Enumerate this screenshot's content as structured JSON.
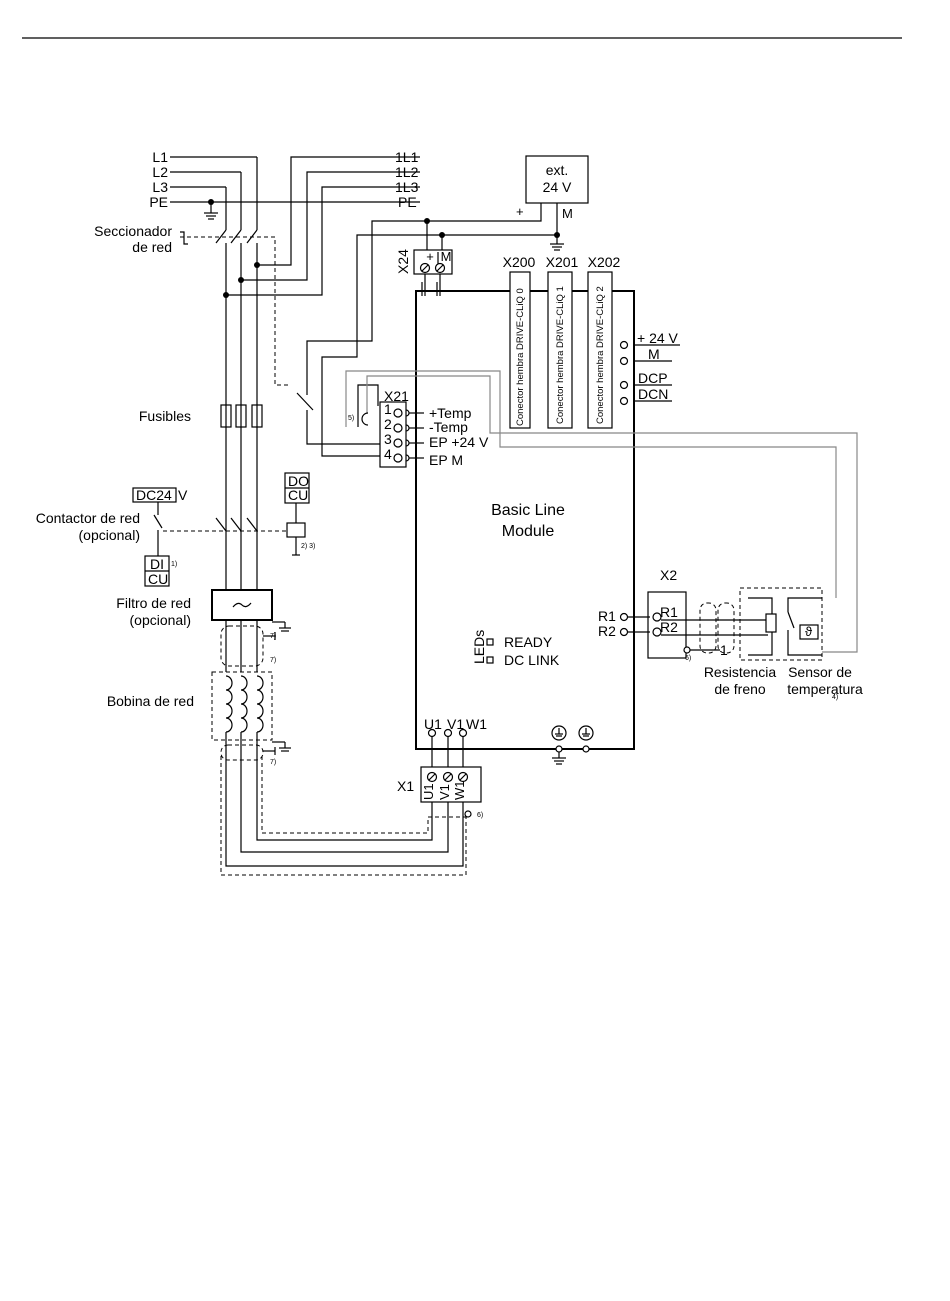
{
  "lines": {
    "l1": "L1",
    "l2": "L2",
    "l3": "L3",
    "pe": "PE",
    "one_l1": "1L1",
    "one_l2": "1L2",
    "one_l3": "1L3",
    "one_pe": "PE"
  },
  "ext_supply": {
    "line1": "ext.",
    "line2": "24 V",
    "plus": "+",
    "minus": "M"
  },
  "labels": {
    "seccionador_1": "Seccionador",
    "seccionador_2": "de red",
    "fusibles": "Fusibles",
    "dc24": "DC24",
    "dc24_v": "V",
    "contactor_1": "Contactor de red",
    "contactor_2": "(opcional)",
    "di": "DI",
    "cu_a": "CU",
    "do": "DO",
    "cu_b": "CU",
    "filtro_1": "Filtro de red",
    "filtro_2": "(opcional)",
    "bobina": "Bobina de red",
    "resistencia_1": "Resistencia",
    "resistencia_2": "de freno",
    "sensor_1": "Sensor de",
    "sensor_2": "temperatura"
  },
  "footnotes": {
    "f1": "1)",
    "f23": "2) 3)",
    "f4": "4)",
    "f5": "5)",
    "f6a": "6)",
    "f6b": "6)",
    "f7a": "7)",
    "f7b": "7)",
    "f7c": "7)"
  },
  "x24": {
    "name": "X24",
    "plus": "+",
    "m": "M"
  },
  "drive_cliq": {
    "x200": "X200",
    "x201": "X201",
    "x202": "X202",
    "c0": "Conector hembra DRIVE-CLiQ 0",
    "c1": "Conector hembra DRIVE-CLiQ 1",
    "c2": "Conector hembra DRIVE-CLiQ 2"
  },
  "right_terms": {
    "p24": "+ 24 V",
    "m": "M",
    "dcp": "DCP",
    "dcn": "DCN"
  },
  "x21": {
    "name": "X21",
    "n1": "1",
    "n2": "2",
    "n3": "3",
    "n4": "4",
    "t1": "+Temp",
    "t2": "-Temp",
    "t3": "EP +24 V",
    "t4": "EP M"
  },
  "module": {
    "line1": "Basic Line",
    "line2": "Module"
  },
  "leds": {
    "title": "LEDs",
    "ready": "READY",
    "dclink": "DC LINK"
  },
  "x2": {
    "name": "X2",
    "r1": "R1",
    "r2": "R2",
    "r1i": "R1",
    "r2i": "R2",
    "one": "1"
  },
  "outputs": {
    "u1": "U1",
    "v1": "V1",
    "w1": "W1"
  },
  "x1": {
    "name": "X1",
    "u1": "U1",
    "v1": "V1",
    "w1": "W1"
  }
}
